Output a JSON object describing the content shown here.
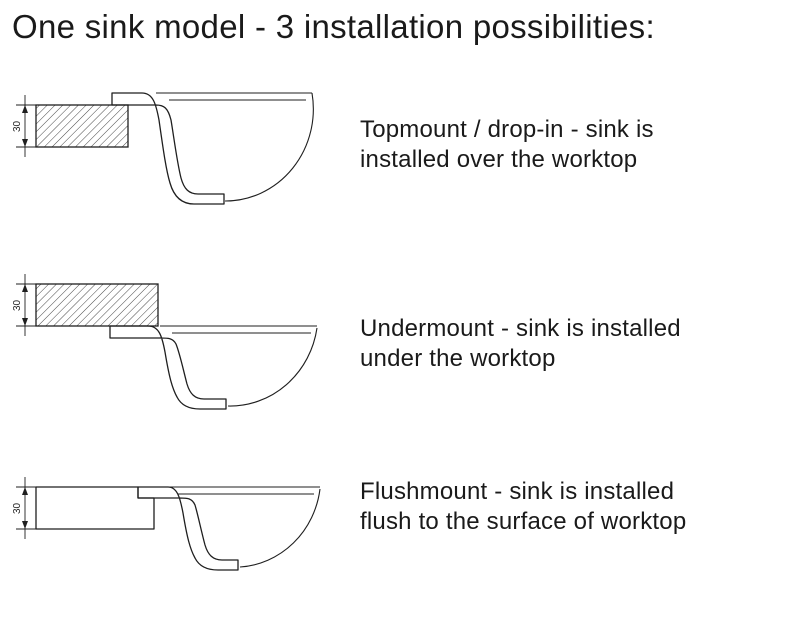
{
  "title": "One sink model - 3 installation possibilities:",
  "diagrams": [
    {
      "id": "topmount",
      "dimension_label": "30",
      "caption": "Topmount / drop-in - sink is installed over the worktop"
    },
    {
      "id": "undermount",
      "dimension_label": "30",
      "caption": "Undermount - sink is installed under the worktop"
    },
    {
      "id": "flushmount",
      "dimension_label": "30",
      "caption": "Flushmount - sink is installed flush to the surface of worktop"
    }
  ],
  "colors": {
    "ink": "#1a1a1a",
    "hatch": "#333333",
    "background": "#ffffff"
  }
}
